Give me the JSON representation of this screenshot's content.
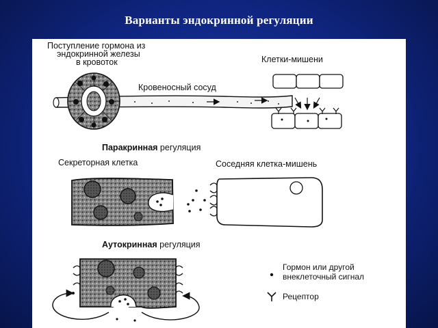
{
  "slide": {
    "title": "Варианты эндокринной регуляции"
  },
  "endocrine": {
    "label_line1": "Поступление гормона из",
    "label_line2": "эндокринной железы",
    "label_line3": "в кровоток",
    "target_cells": "Клетки-мишени",
    "vessel": "Кровеносный сосуд"
  },
  "paracrine": {
    "title_bold": "Паракринная",
    "title_rest": " регуляция",
    "secretory_cell": "Секреторная клетка",
    "target_cell": "Соседняя клетка-мишень"
  },
  "autocrine": {
    "title_bold": "Аутокринная",
    "title_rest": " регуляция"
  },
  "legend": {
    "hormone_line1": "Гормон или другой",
    "hormone_line2": "внеклеточный сигнал",
    "receptor": "Рецептор"
  }
}
